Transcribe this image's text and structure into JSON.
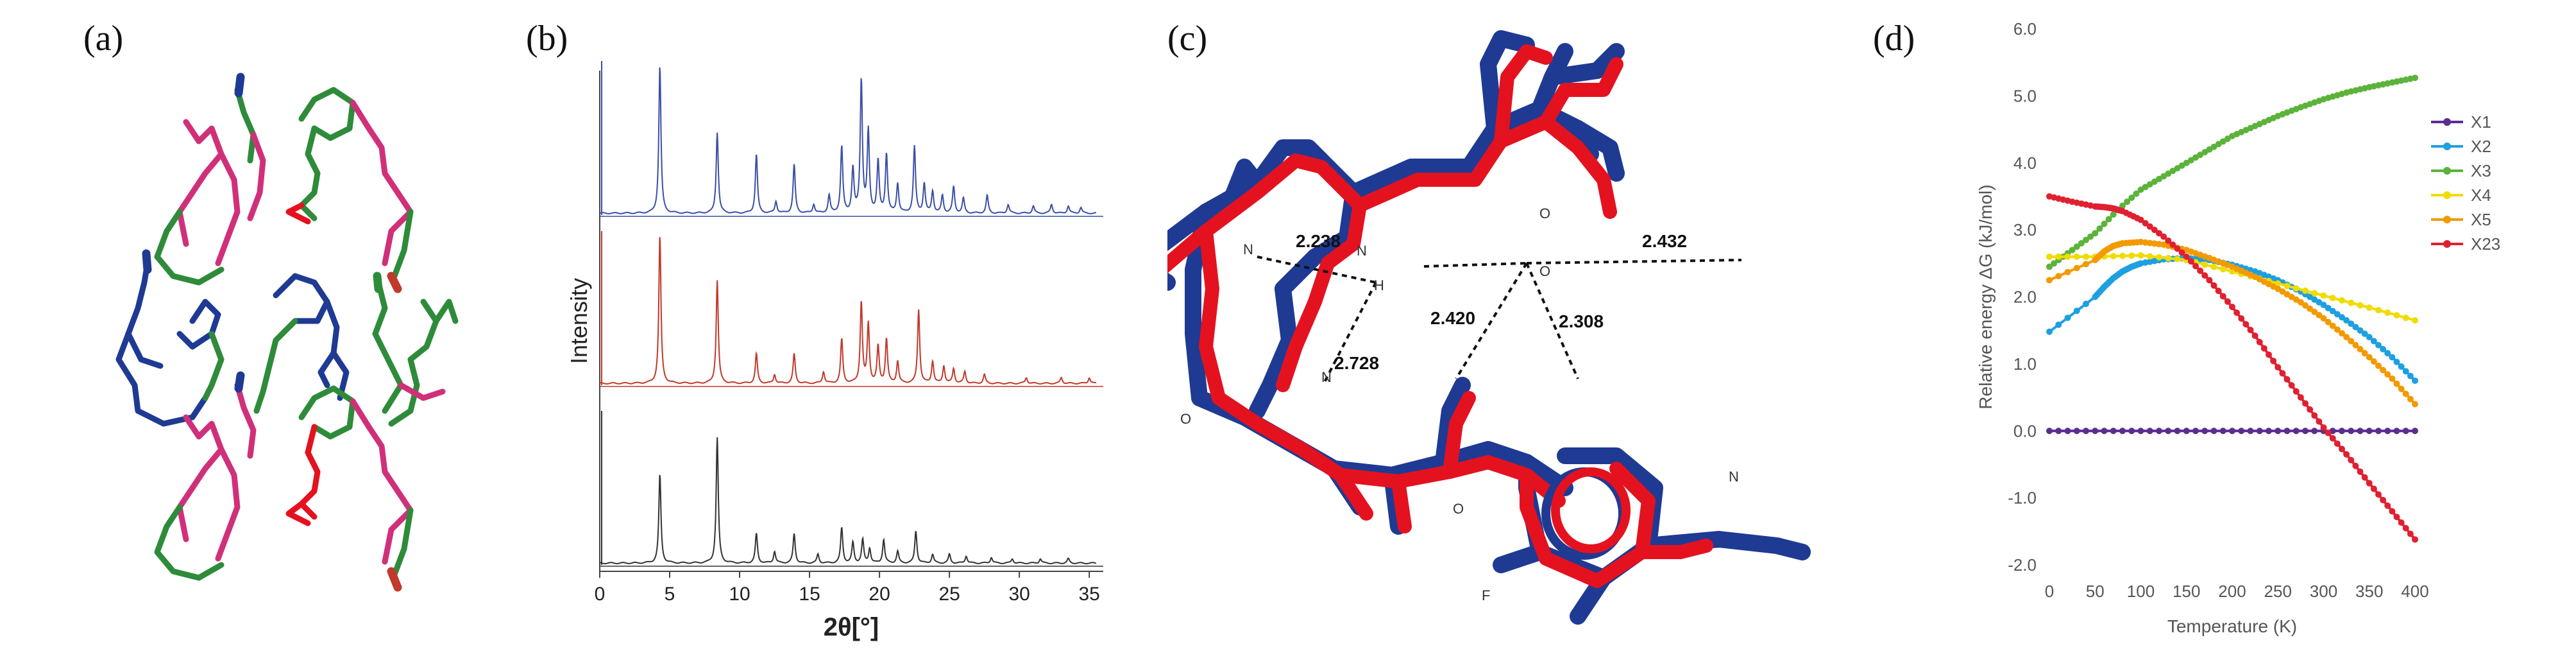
{
  "panels": {
    "a": {
      "label": "(a)"
    },
    "b": {
      "label": "(b)",
      "ylabel": "Intensity",
      "xlabel": "2θ[°]",
      "xticks": [
        "0",
        "5",
        "10",
        "15",
        "20",
        "25",
        "30",
        "35"
      ]
    },
    "c": {
      "label": "(c)",
      "distances": [
        "2.238",
        "2.432",
        "2.420",
        "2.308",
        "2.728"
      ],
      "atoms": {
        "n1": "N",
        "n2": "N",
        "n3": "N",
        "n4": "N",
        "h1": "H",
        "o1": "O",
        "o2": "O",
        "o3": "O",
        "o4": "O",
        "f1": "F"
      }
    },
    "d": {
      "label": "(d)"
    }
  },
  "colors": {
    "blue": "#1f3a93",
    "red": "#e4121f",
    "green": "#2e8b3a",
    "magenta": "#d0307a",
    "pxrd_blue": "#3a4fa6",
    "pxrd_red": "#c0392b",
    "pxrd_black": "#333333"
  },
  "chart_data": [
    {
      "type": "line",
      "panel": "b",
      "xlabel": "2θ[°]",
      "ylabel": "Intensity",
      "xlim": [
        0,
        36
      ],
      "series": [
        {
          "color": "#3a4fa6",
          "peaks": [
            [
              4.3,
              1.0
            ],
            [
              8.4,
              0.55
            ],
            [
              11.2,
              0.4
            ],
            [
              12.6,
              0.08
            ],
            [
              13.9,
              0.33
            ],
            [
              15.3,
              0.06
            ],
            [
              16.4,
              0.12
            ],
            [
              17.3,
              0.45
            ],
            [
              18.1,
              0.3
            ],
            [
              18.7,
              0.9
            ],
            [
              19.2,
              0.55
            ],
            [
              19.9,
              0.35
            ],
            [
              20.5,
              0.4
            ],
            [
              21.3,
              0.2
            ],
            [
              22.5,
              0.45
            ],
            [
              23.2,
              0.2
            ],
            [
              23.8,
              0.15
            ],
            [
              24.5,
              0.12
            ],
            [
              25.3,
              0.18
            ],
            [
              26.0,
              0.1
            ],
            [
              27.7,
              0.12
            ],
            [
              29.2,
              0.06
            ],
            [
              31.0,
              0.05
            ],
            [
              32.3,
              0.06
            ],
            [
              33.5,
              0.05
            ],
            [
              34.4,
              0.04
            ]
          ]
        },
        {
          "color": "#c0392b",
          "peaks": [
            [
              4.3,
              1.0
            ],
            [
              8.4,
              0.7
            ],
            [
              11.2,
              0.2
            ],
            [
              12.5,
              0.06
            ],
            [
              13.9,
              0.2
            ],
            [
              16.0,
              0.08
            ],
            [
              17.3,
              0.3
            ],
            [
              18.7,
              0.55
            ],
            [
              19.2,
              0.4
            ],
            [
              19.9,
              0.25
            ],
            [
              20.5,
              0.3
            ],
            [
              21.3,
              0.15
            ],
            [
              22.8,
              0.5
            ],
            [
              23.8,
              0.15
            ],
            [
              24.6,
              0.12
            ],
            [
              25.3,
              0.1
            ],
            [
              26.1,
              0.08
            ],
            [
              27.5,
              0.06
            ],
            [
              30.5,
              0.04
            ],
            [
              33.0,
              0.04
            ],
            [
              35.0,
              0.04
            ]
          ]
        },
        {
          "color": "#333333",
          "peaks": [
            [
              4.3,
              0.6
            ],
            [
              8.4,
              0.85
            ],
            [
              11.2,
              0.2
            ],
            [
              12.5,
              0.08
            ],
            [
              13.9,
              0.2
            ],
            [
              15.6,
              0.06
            ],
            [
              17.3,
              0.24
            ],
            [
              18.1,
              0.14
            ],
            [
              18.8,
              0.16
            ],
            [
              19.3,
              0.1
            ],
            [
              20.3,
              0.16
            ],
            [
              21.3,
              0.08
            ],
            [
              22.6,
              0.22
            ],
            [
              23.8,
              0.06
            ],
            [
              25.0,
              0.06
            ],
            [
              26.2,
              0.05
            ],
            [
              28.0,
              0.04
            ],
            [
              29.5,
              0.03
            ],
            [
              31.5,
              0.03
            ],
            [
              33.5,
              0.03
            ]
          ]
        }
      ]
    },
    {
      "type": "line",
      "panel": "d",
      "xlabel": "Temperature (K)",
      "ylabel": "Relative energy ΔG (kJ/mol)",
      "xlim": [
        0,
        400
      ],
      "ylim": [
        -2.0,
        6.0
      ],
      "xticks": [
        "0",
        "50",
        "100",
        "150",
        "200",
        "250",
        "300",
        "350",
        "400"
      ],
      "yticks": [
        "6.0",
        "5.0",
        "4.0",
        "3.0",
        "2.0",
        "1.0",
        "0.0",
        "-1.0",
        "-2.0"
      ],
      "grid": false,
      "legend": "right",
      "series": [
        {
          "name": "X1",
          "color": "#5b2d8f",
          "x": [
            0,
            50,
            100,
            150,
            200,
            250,
            300,
            350,
            400
          ],
          "y": [
            0.0,
            0.0,
            0.0,
            0.0,
            0.0,
            0.0,
            0.0,
            0.0,
            0.0
          ]
        },
        {
          "name": "X2",
          "color": "#1ea0e0",
          "x": [
            0,
            50,
            60,
            70,
            80,
            90,
            100,
            125,
            150,
            175,
            200,
            225,
            250,
            275,
            300,
            325,
            350,
            375,
            400
          ],
          "y": [
            1.48,
            2.0,
            2.15,
            2.28,
            2.38,
            2.45,
            2.5,
            2.56,
            2.58,
            2.55,
            2.48,
            2.38,
            2.25,
            2.08,
            1.88,
            1.65,
            1.4,
            1.1,
            0.75
          ]
        },
        {
          "name": "X3",
          "color": "#5cb33a",
          "x": [
            0,
            25,
            50,
            75,
            100,
            125,
            150,
            175,
            200,
            225,
            250,
            275,
            300,
            325,
            350,
            375,
            400
          ],
          "y": [
            2.45,
            2.7,
            2.95,
            3.3,
            3.6,
            3.8,
            4.0,
            4.2,
            4.4,
            4.55,
            4.7,
            4.83,
            4.95,
            5.05,
            5.13,
            5.2,
            5.27
          ]
        },
        {
          "name": "X4",
          "color": "#f0dc00",
          "x": [
            0,
            50,
            100,
            150,
            200,
            250,
            300,
            350,
            400
          ],
          "y": [
            2.6,
            2.6,
            2.62,
            2.55,
            2.38,
            2.2,
            2.02,
            1.84,
            1.65
          ]
        },
        {
          "name": "X5",
          "color": "#f29a00",
          "x": [
            0,
            50,
            60,
            70,
            80,
            100,
            125,
            150,
            175,
            200,
            225,
            250,
            275,
            300,
            325,
            350,
            375,
            400
          ],
          "y": [
            2.25,
            2.55,
            2.68,
            2.76,
            2.8,
            2.82,
            2.78,
            2.7,
            2.58,
            2.45,
            2.3,
            2.12,
            1.92,
            1.68,
            1.4,
            1.1,
            0.78,
            0.4
          ]
        },
        {
          "name": "X23",
          "color": "#e02030",
          "x": [
            0,
            25,
            50,
            60,
            70,
            80,
            100,
            125,
            150,
            175,
            200,
            225,
            250,
            275,
            300,
            325,
            350,
            375,
            400
          ],
          "y": [
            3.5,
            3.42,
            3.35,
            3.34,
            3.32,
            3.28,
            3.15,
            2.9,
            2.6,
            2.25,
            1.85,
            1.42,
            0.95,
            0.5,
            0.05,
            -0.35,
            -0.78,
            -1.2,
            -1.62
          ]
        }
      ]
    }
  ]
}
